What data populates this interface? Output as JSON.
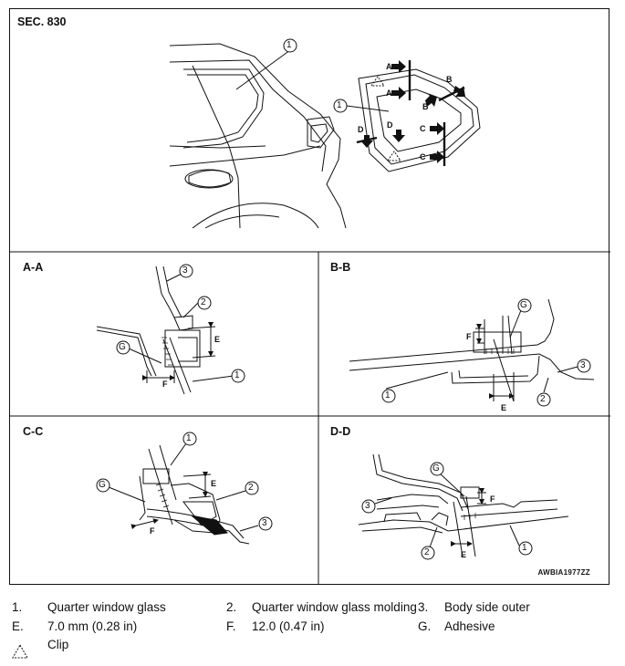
{
  "figure": {
    "section_label": "SEC. 830",
    "views": {
      "aa": "A-A",
      "bb": "B-B",
      "cc": "C-C",
      "dd": "D-D"
    },
    "code": "AWBIA1977ZZ",
    "callouts": {
      "one": "1",
      "two": "2",
      "three": "3",
      "e": "E",
      "f": "F",
      "g": "G",
      "a": "A",
      "b": "B",
      "c": "C",
      "d": "D"
    },
    "line_color": "#111111"
  },
  "legend": {
    "items": [
      {
        "key": "1.",
        "text": "Quarter window glass"
      },
      {
        "key": "2.",
        "text": "Quarter window glass molding"
      },
      {
        "key": "3.",
        "text": "Body side outer"
      },
      {
        "key": "E.",
        "text": "7.0 mm (0.28 in)"
      },
      {
        "key": "F.",
        "text": "12.0 (0.47 in)"
      },
      {
        "key": "G.",
        "text": "Adhesive"
      }
    ],
    "clip": {
      "icon": "dashed-triangle-icon",
      "text": "Clip"
    }
  }
}
